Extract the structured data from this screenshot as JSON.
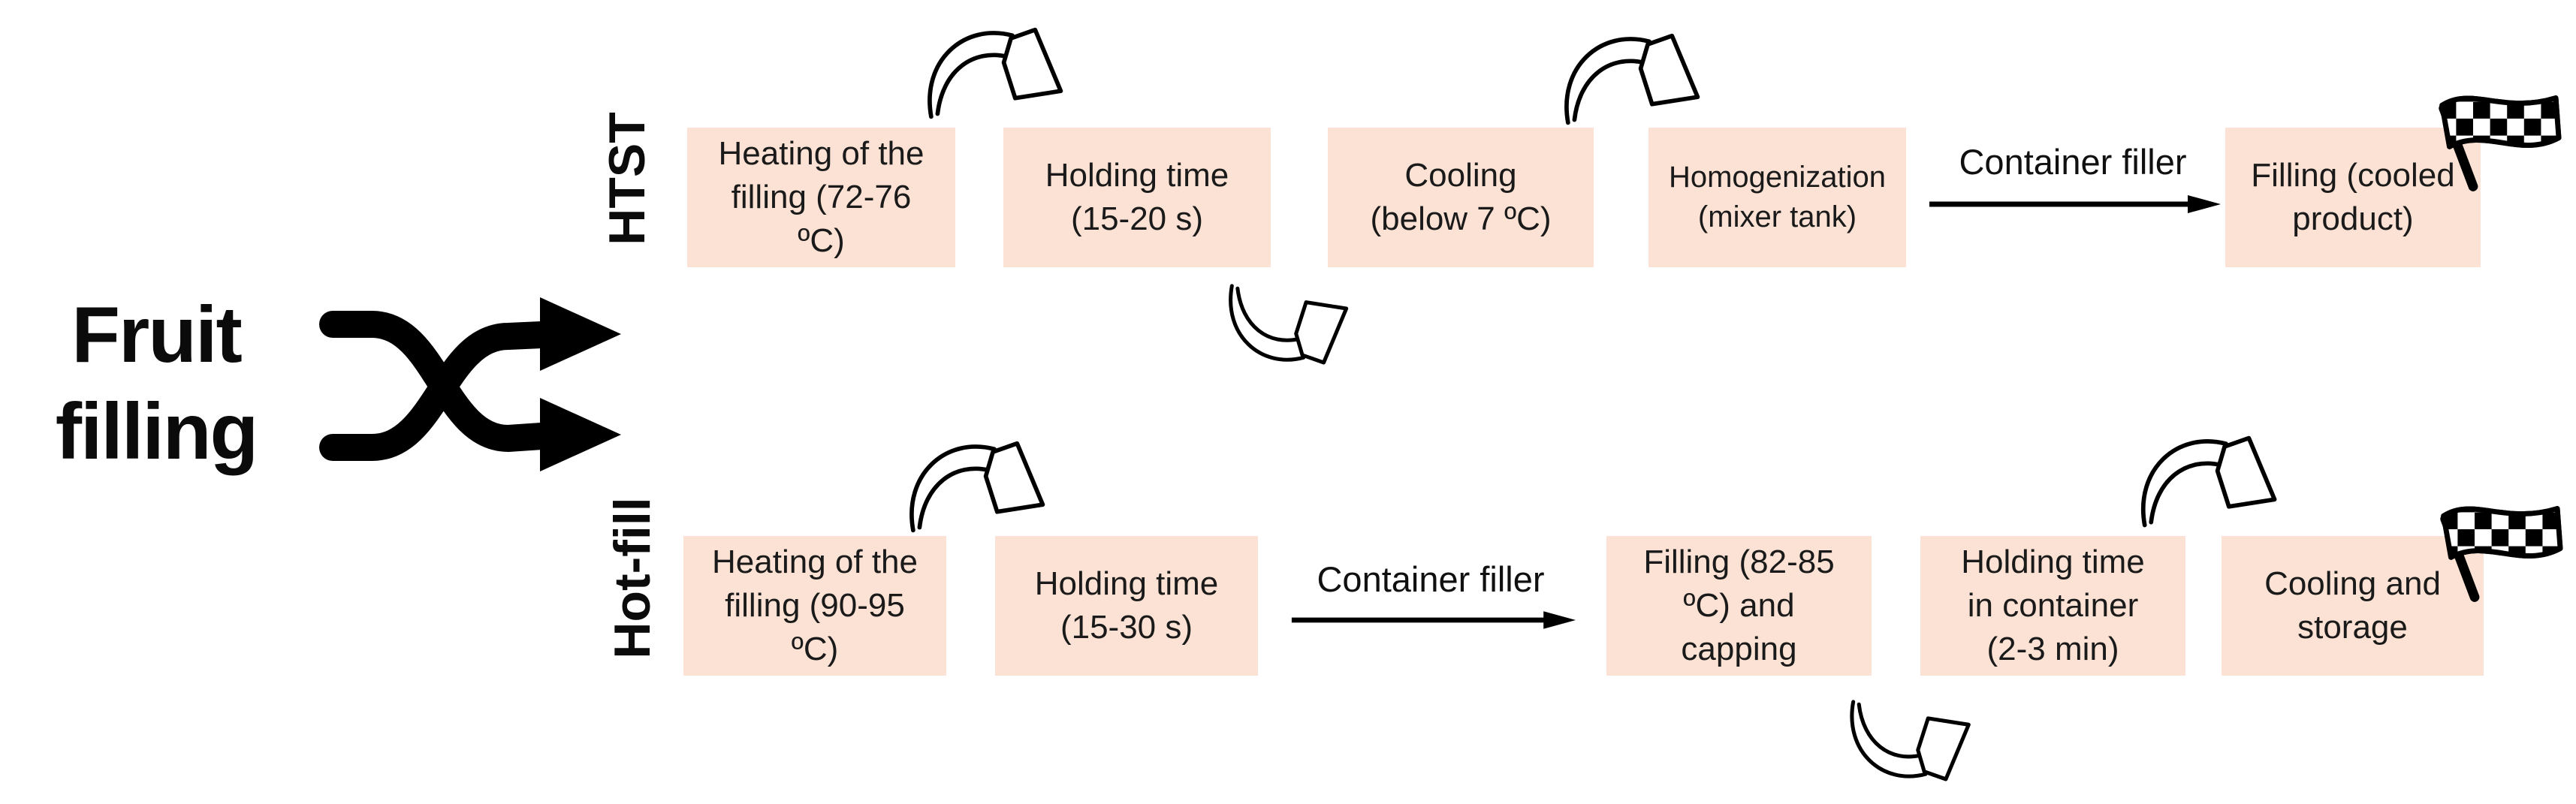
{
  "source": {
    "title": "Fruit\nfilling"
  },
  "rows": [
    {
      "label": "HTST",
      "boxes": [
        {
          "text": "Heating of the\nfilling (72-76\nºC)"
        },
        {
          "text": "Holding time\n(15-20 s)"
        },
        {
          "text": "Cooling\n(below 7 ºC)"
        },
        {
          "text": "Homogenization\n(mixer tank)"
        },
        {
          "text": "Filling (cooled\nproduct)"
        }
      ],
      "connector_label": "Container filler"
    },
    {
      "label": "Hot-fill",
      "boxes": [
        {
          "text": "Heating of the\nfilling (90-95\nºC)"
        },
        {
          "text": "Holding time\n(15-30 s)"
        },
        {
          "text": "Filling (82-85\nºC) and\ncapping"
        },
        {
          "text": "Holding time\nin container\n(2-3 min)"
        },
        {
          "text": "Cooling and\nstorage"
        }
      ],
      "connector_label": "Container filler"
    }
  ],
  "icons": {
    "split": "shuffle-split-arrows",
    "finish": "checkered-finish-flag",
    "curved": "hand-drawn-curved-arrow"
  },
  "colors": {
    "box_fill": "#FBE2D4",
    "ink": "#000000",
    "box_text": "#1A1A1A",
    "background": "#FFFFFF"
  }
}
